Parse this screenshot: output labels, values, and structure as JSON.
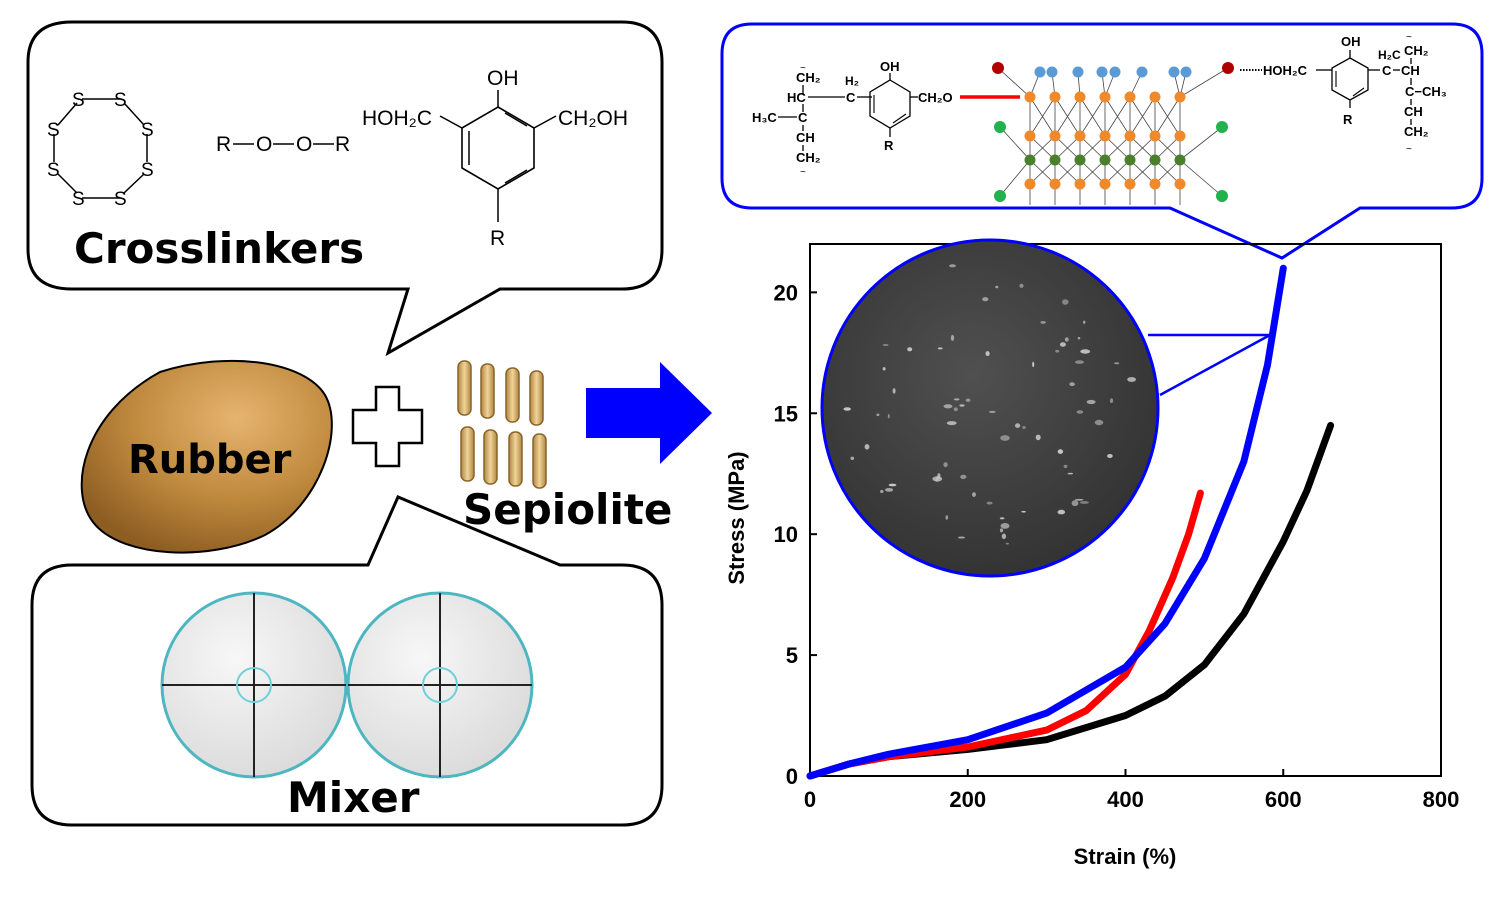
{
  "labels": {
    "crosslinkers": "Crosslinkers",
    "rubber": "Rubber",
    "sepiolite": "Sepiolite",
    "mixer": "Mixer"
  },
  "chem": {
    "sulfur_atom": "S",
    "peroxide": [
      "R",
      "O",
      "O",
      "R"
    ],
    "phenol_oh": "OH",
    "phenol_left": "HOH₂C",
    "phenol_right": "CH₂OH",
    "phenol_r": "R"
  },
  "structure": {
    "left": {
      "ch2_top": "CH₂",
      "h2": "H₂",
      "oh": "OH",
      "hc": "HC",
      "c_mid": "C",
      "h3c": "H₃C",
      "c_left": "C",
      "ch": "CH",
      "ch2_bot": "CH₂",
      "ch2o": "CH₂O",
      "r": "R"
    },
    "right": {
      "oh": "OH",
      "hoh2c": "HOH₂C",
      "h2c": "H₂C",
      "ch2_top": "CH₂",
      "ch_top": "CH",
      "c_ch3": "C−CH₃",
      "ch": "CH",
      "ch2_bot": "CH₂",
      "c": "C",
      "r": "R"
    }
  },
  "chart_data": {
    "type": "line",
    "xlabel": "Strain (%)",
    "ylabel": "Stress (MPa)",
    "xlim": [
      0,
      800
    ],
    "ylim": [
      0,
      22
    ],
    "xticks": [
      0,
      200,
      400,
      600,
      800
    ],
    "yticks": [
      0,
      5,
      10,
      15,
      20
    ],
    "grid": false,
    "series": [
      {
        "color": "#000000",
        "x": [
          0,
          50,
          100,
          200,
          300,
          400,
          450,
          500,
          550,
          600,
          630,
          660
        ],
        "y": [
          0,
          0.5,
          0.8,
          1.1,
          1.5,
          2.5,
          3.3,
          4.6,
          6.7,
          9.7,
          11.8,
          14.5
        ]
      },
      {
        "color": "#ff0000",
        "x": [
          0,
          50,
          100,
          200,
          300,
          350,
          400,
          430,
          460,
          480,
          495
        ],
        "y": [
          0,
          0.5,
          0.8,
          1.2,
          1.9,
          2.7,
          4.2,
          6.0,
          8.2,
          10.0,
          11.7
        ]
      },
      {
        "color": "#0000ff",
        "x": [
          0,
          50,
          100,
          200,
          300,
          400,
          450,
          500,
          550,
          580,
          600
        ],
        "y": [
          0,
          0.5,
          0.9,
          1.5,
          2.6,
          4.5,
          6.3,
          9.0,
          13.0,
          17.0,
          21.0
        ]
      }
    ]
  },
  "colors": {
    "blue": "#0000ff",
    "red": "#ff0000",
    "orange": "#f0892a",
    "light_blue": "#5b9bd5",
    "dark_green": "#4a7f2c",
    "green": "#22b14c",
    "dark_red": "#b00000",
    "rubber": "#c08a3e",
    "sepiolite": "#d9b36b",
    "sem_dark": "#3a3a3a"
  }
}
